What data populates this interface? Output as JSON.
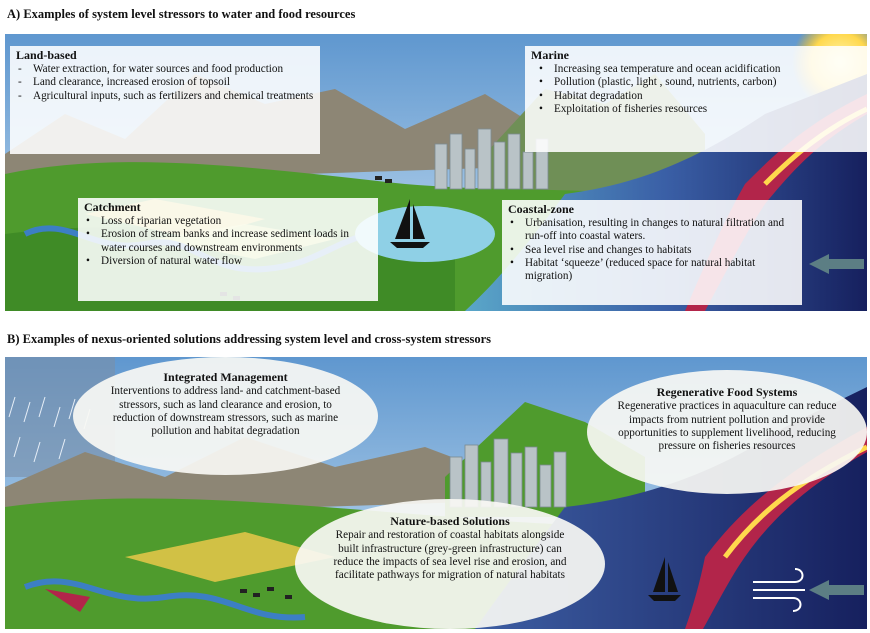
{
  "section_a": {
    "title": "A) Examples of system level stressors to water and food resources",
    "land_based": {
      "heading": "Land-based",
      "marker": "-",
      "items": [
        "Water extraction, for water sources and food production",
        "Land clearance, increased erosion of topsoil",
        "Agricultural inputs, such as fertilizers and chemical treatments"
      ]
    },
    "marine": {
      "heading": "Marine",
      "marker": "•",
      "items": [
        "Increasing sea temperature and ocean acidification",
        "Pollution (plastic, light , sound, nutrients, carbon)",
        "Habitat degradation",
        "Exploitation of fisheries resources"
      ]
    },
    "catchment": {
      "heading": "Catchment",
      "marker": "•",
      "items": [
        "Loss of riparian vegetation",
        "Erosion of stream banks and increase sediment loads in water courses and downstream environments",
        "Diversion of natural water flow"
      ]
    },
    "coastal_zone": {
      "heading": "Coastal-zone",
      "marker": "•",
      "items": [
        "Urbanisation, resulting in changes to natural filtration and run-off into coastal waters.",
        "Sea level rise and changes to habitats",
        "Habitat ‘squeeze’ (reduced space for natural habitat migration)"
      ]
    }
  },
  "section_b": {
    "title": "B) Examples of nexus-oriented solutions addressing system level and cross-system stressors",
    "integrated_management": {
      "heading": "Integrated Management",
      "text": "Interventions to address land- and catchment-based stressors, such as land clearance and erosion, to reduction of downstream stressors, such as marine pollution and habitat degradation"
    },
    "regenerative_food_systems": {
      "heading": "Regenerative Food Systems",
      "text": "Regenerative practices in aquaculture can reduce impacts from nutrient pollution and provide opportunities to supplement livelihood, reducing pressure on fisheries resources"
    },
    "nature_based_solutions": {
      "heading": "Nature-based Solutions",
      "text": "Repair and restoration of coastal habitats alongside built infrastructure (grey-green infrastructure) can reduce the impacts of sea level rise and erosion, and facilitate pathways for migration of natural habitats"
    }
  },
  "colors": {
    "sky": "#7fb0dc",
    "grass": "#4f9b2d",
    "mountain": "#8a8170",
    "sea_deep": "#1d2a6e",
    "coastal_red": "#b2254a",
    "sun": "#ffd84d",
    "arrow": "#5c7e84"
  }
}
